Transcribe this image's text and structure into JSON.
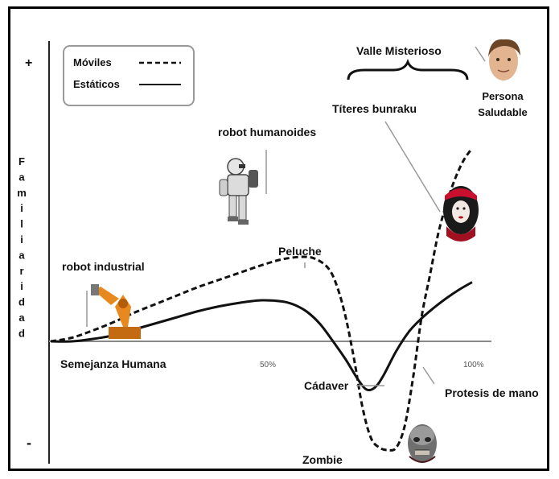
{
  "chart_data": {
    "type": "line",
    "title": "Valle Misterioso",
    "xlabel": "Semejanza Humana",
    "ylabel": "Familiaridad",
    "y_plus": "+",
    "y_minus": "-",
    "xlim": [
      0,
      100
    ],
    "ylim": [
      -1,
      1
    ],
    "x_ticks": [
      "50%",
      "100%"
    ],
    "legend_position": "top-left",
    "series": [
      {
        "name": "Móviles",
        "style": "dashed",
        "x": [
          0,
          5,
          10,
          15,
          20,
          25,
          30,
          35,
          40,
          45,
          50,
          55,
          60,
          63,
          66,
          68,
          70,
          72,
          74,
          76,
          78,
          80,
          82,
          84,
          86,
          88,
          90,
          92,
          94,
          96,
          98,
          100
        ],
        "y": [
          0,
          0.03,
          0.09,
          0.16,
          0.24,
          0.31,
          0.38,
          0.45,
          0.51,
          0.57,
          0.63,
          0.68,
          0.7,
          0.68,
          0.6,
          0.45,
          0.2,
          -0.15,
          -0.55,
          -0.8,
          -0.88,
          -0.9,
          -0.88,
          -0.7,
          -0.3,
          0.2,
          0.55,
          0.9,
          1.15,
          1.35,
          1.5,
          1.6
        ]
      },
      {
        "name": "Estáticos",
        "style": "solid",
        "x": [
          0,
          5,
          10,
          15,
          20,
          25,
          30,
          35,
          40,
          45,
          50,
          55,
          58,
          61,
          64,
          67,
          70,
          73,
          75,
          77,
          79,
          82,
          85,
          88,
          91,
          94,
          97,
          100
        ],
        "y": [
          0,
          0,
          0.02,
          0.05,
          0.1,
          0.15,
          0.2,
          0.25,
          0.29,
          0.32,
          0.34,
          0.33,
          0.3,
          0.24,
          0.14,
          0.0,
          -0.15,
          -0.32,
          -0.4,
          -0.38,
          -0.28,
          -0.08,
          0.08,
          0.19,
          0.28,
          0.36,
          0.43,
          0.49
        ]
      }
    ],
    "annotations": [
      {
        "key": "robot_industrial",
        "text": "robot industrial"
      },
      {
        "key": "robot_humanoides",
        "text": "robot humanoides"
      },
      {
        "key": "peluche",
        "text": "Peluche"
      },
      {
        "key": "titeres",
        "text": "Títeres bunraku"
      },
      {
        "key": "persona",
        "text": "Persona Saludable"
      },
      {
        "key": "cadaver",
        "text": "Cádaver"
      },
      {
        "key": "protesis",
        "text": "Protesis de mano"
      },
      {
        "key": "zombie",
        "text": "Zombie"
      }
    ],
    "colors": {
      "line": "#111111",
      "axis": "#222222",
      "baseline": "#888888"
    }
  }
}
